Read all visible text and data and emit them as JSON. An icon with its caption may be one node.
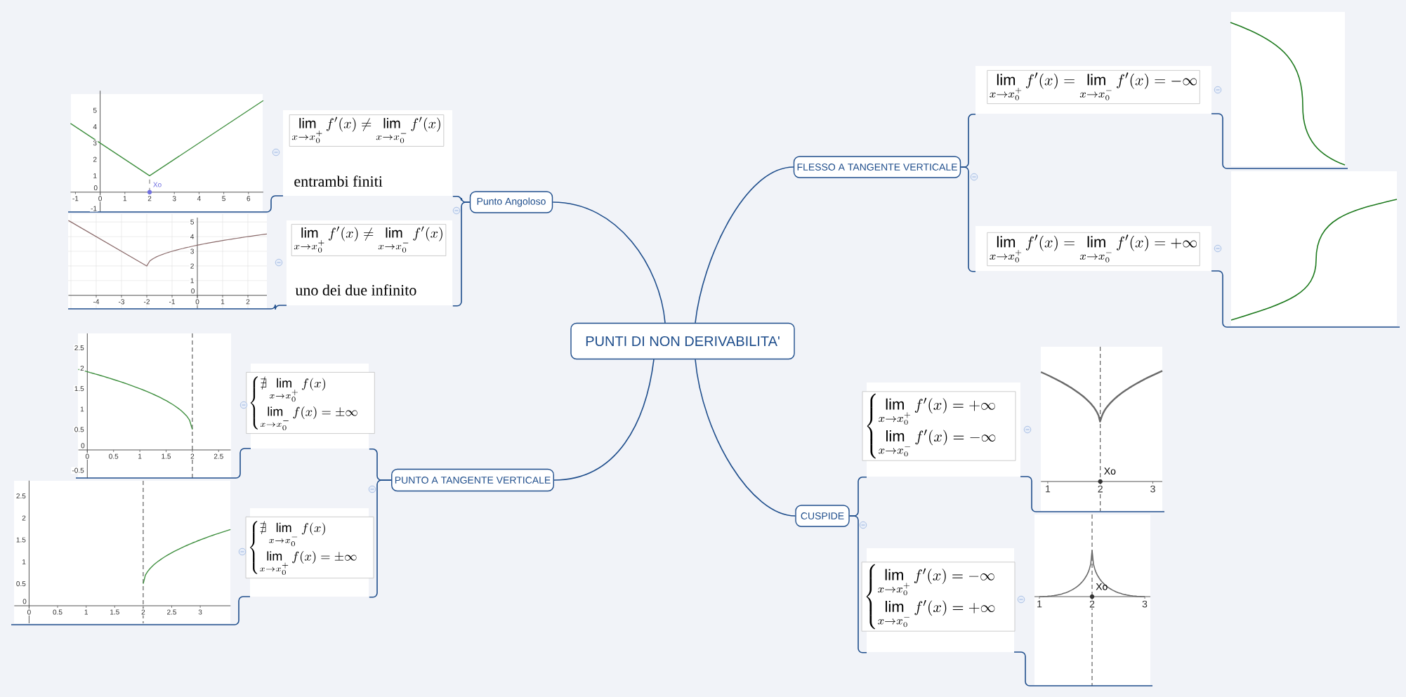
{
  "diagram": {
    "nodes": [
      {
        "text": [
          "PUNTI DI NON DERIVABILITA'"
        ]
      },
      {
        "text": [
          "Punto Angoloso"
        ]
      },
      {
        "text": [
          "FLESSO A TANGENTE VERTICALE"
        ]
      },
      {
        "text": [
          "PUNTO A TANGENTE VERTICALE"
        ]
      },
      {
        "text": [
          "CUSPIDE"
        ]
      },
      {
        "text": [
          "\\lim_{x\\to x_0^+} f'(x)\\neq\\lim_{x\\to x_0^-} f'(x)",
          "entrambi finiti"
        ]
      },
      {
        "text": [
          "\\lim_{x\\to x_0^+} f'(x)\\neq\\lim_{x\\to x_0^-} f'(x)",
          "uno dei due infinito"
        ]
      },
      {
        "text": [
          "\\lim_{x\\to x_0^+} f'(x)=\\lim_{x\\to x_0^-} f'(x)=-\\infty"
        ]
      },
      {
        "text": [
          "\\lim_{x\\to x_0^+} f'(x)=\\lim_{x\\to x_0^-} f'(x)=+\\infty"
        ]
      },
      {
        "text": [
          "\\begin{cases}\\nexists\\lim\\limits_{x\\to x_0^+} f(x)\\\\ \\lim\\limits_{x\\to x_0^-} f(x)=\\pm\\infty\\end{cases}"
        ]
      },
      {
        "text": [
          "\\begin{cases}\\nexists\\lim\\limits_{x\\to x_0^-} f(x)\\\\ \\lim\\limits_{x\\to x_0^+} f(x)=\\pm\\infty\\end{cases}"
        ]
      },
      {
        "text": [
          "\\begin{cases}\\lim\\limits_{x\\to x_0^+} f'(x)=+\\infty\\\\ \\lim\\limits_{x\\to x_0^-} f'(x)=-\\infty\\end{cases}"
        ]
      },
      {
        "text": [
          "\\begin{cases}\\lim\\limits_{x\\to x_0^+} f'(x)=-\\infty\\\\ \\lim\\limits_{x\\to x_0^-} f'(x)=+\\infty\\end{cases}"
        ]
      }
    ],
    "edges": [
      {
        "from": 0,
        "to": 1,
        "arrow": "none"
      },
      {
        "from": 0,
        "to": 2,
        "arrow": "none"
      },
      {
        "from": 0,
        "to": 3,
        "arrow": "none"
      },
      {
        "from": 0,
        "to": 4,
        "arrow": "none"
      },
      {
        "from": 1,
        "to": 5,
        "arrow": "none"
      },
      {
        "from": 1,
        "to": 6,
        "arrow": "none"
      },
      {
        "from": 2,
        "to": 7,
        "arrow": "none"
      },
      {
        "from": 2,
        "to": 8,
        "arrow": "none"
      },
      {
        "from": 3,
        "to": 9,
        "arrow": "none"
      },
      {
        "from": 3,
        "to": 10,
        "arrow": "none"
      },
      {
        "from": 4,
        "to": 11,
        "arrow": "none"
      },
      {
        "from": 4,
        "to": 12,
        "arrow": "none"
      }
    ],
    "labels": [
      "5",
      "4",
      "3",
      "2",
      "1",
      "0",
      "-1",
      "-1",
      "0",
      "1",
      "2",
      "3",
      "4",
      "5",
      "6",
      "Xo",
      "5",
      "4",
      "3",
      "2",
      "1",
      "0",
      "-4",
      "-3",
      "-2",
      "-1",
      "0",
      "1",
      "2",
      "2.5",
      "2",
      "1.5",
      "1",
      "0.5",
      "0",
      "-0.5",
      "0",
      "0.5",
      "1",
      "1.5",
      "2",
      "2.5",
      "2.5",
      "2",
      "1.5",
      "1",
      "0.5",
      "0",
      "0",
      "0.5",
      "1",
      "1.5",
      "2",
      "2.5",
      "3",
      "1",
      "2",
      "3",
      "Xo",
      "1",
      "2",
      "3",
      "Xo"
    ]
  }
}
